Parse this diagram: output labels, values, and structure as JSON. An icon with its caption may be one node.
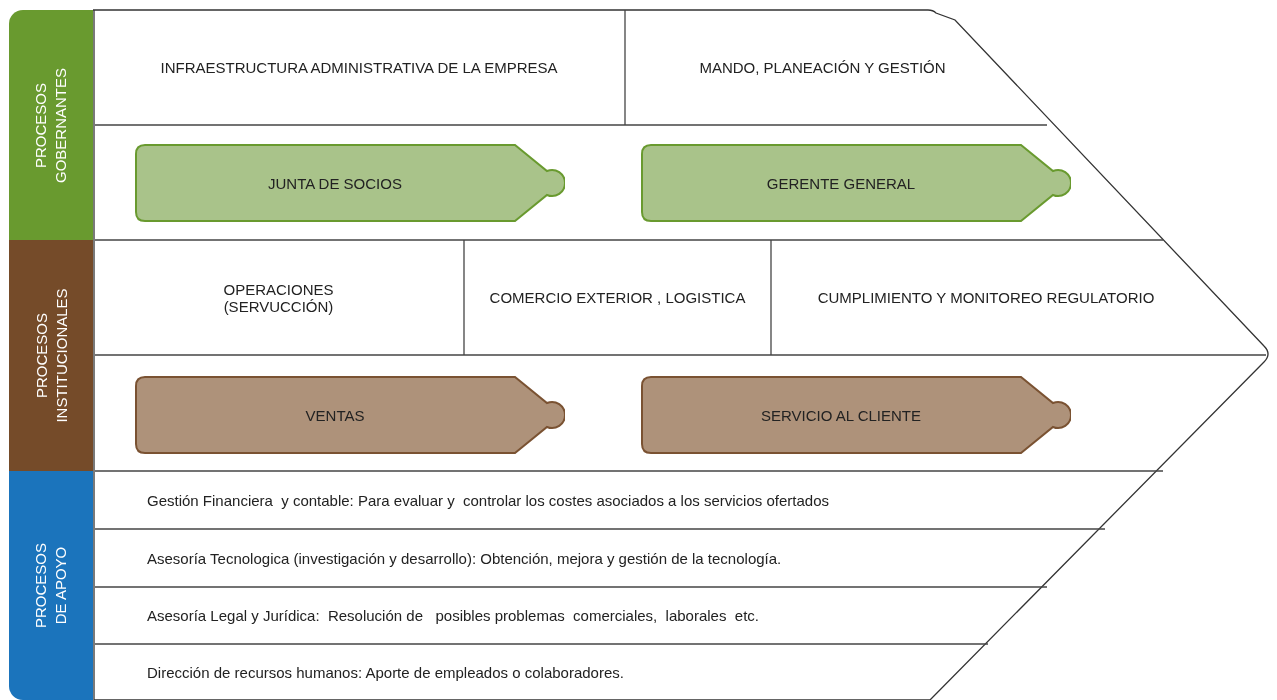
{
  "diagram": {
    "nodes": [
      {
        "text": [
          "PROCESOS GOBERNANTES"
        ]
      },
      {
        "text": [
          "PROCESOS INSTITUCIONALES"
        ]
      },
      {
        "text": [
          "PROCESOS DE APOYO"
        ]
      },
      {
        "text": [
          "INFRAESTRUCTURA ADMINISTRATIVA DE LA EMPRESA"
        ]
      },
      {
        "text": [
          "MANDO, PLANEACIÓN Y GESTIÓN"
        ]
      },
      {
        "text": [
          "JUNTA DE SOCIOS"
        ]
      },
      {
        "text": [
          "GERENTE GENERAL"
        ]
      },
      {
        "text": [
          "OPERACIONES (SERVUCCIÓN)"
        ]
      },
      {
        "text": [
          "COMERCIO EXTERIOR , LOGISTICA"
        ]
      },
      {
        "text": [
          "CUMPLIMIENTO Y MONITOREO REGULATORIO"
        ]
      },
      {
        "text": [
          "VENTAS"
        ]
      },
      {
        "text": [
          "SERVICIO AL CLIENTE"
        ]
      },
      {
        "text": [
          "Gestión Financiera  y contable: Para evaluar y  controlar los costes asociados a los servicios ofertados"
        ]
      },
      {
        "text": [
          "Asesoría Tecnologica (investigación y desarrollo): Obtención, mejora y gestión de la tecnología."
        ]
      },
      {
        "text": [
          "Asesoría Legal y Jurídica:  Resolución de   posibles problemas  comerciales,  laborales  etc."
        ]
      },
      {
        "text": [
          "Dirección de recursos humanos: Aporte de empleados o colaboradores."
        ]
      }
    ],
    "edges": []
  }
}
